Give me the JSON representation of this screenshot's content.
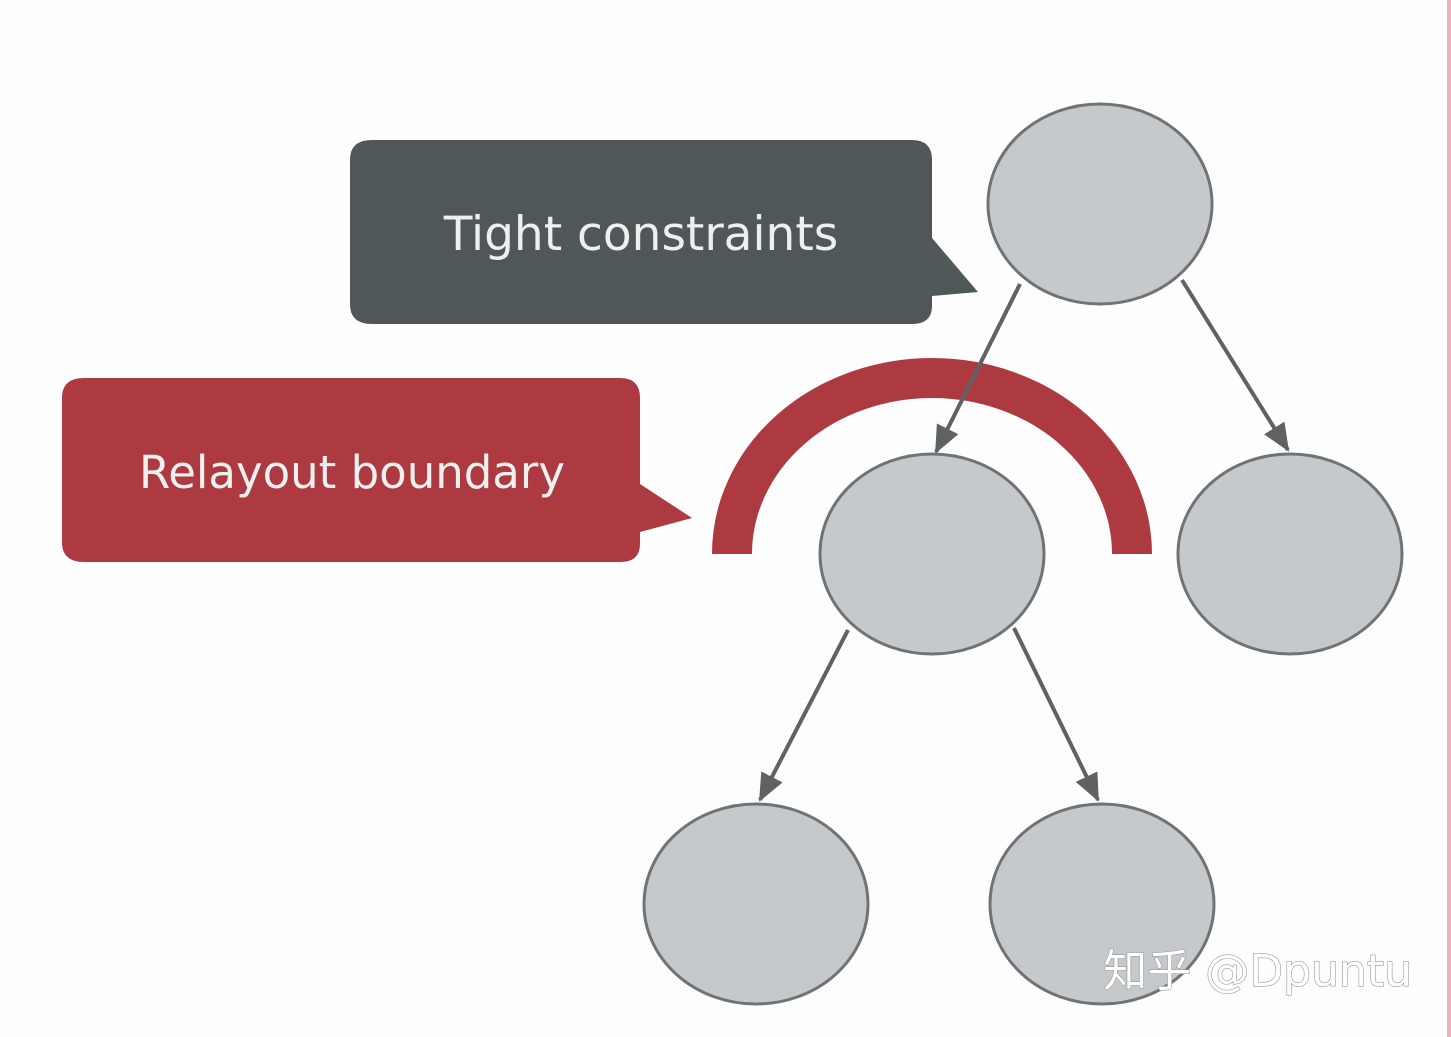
{
  "callouts": {
    "tight": {
      "label": "Tight constraints",
      "color": "#505758"
    },
    "relayout": {
      "label": "Relayout boundary",
      "color": "#ad3a40"
    }
  },
  "watermark": {
    "text": "知乎 @Dpuntu"
  },
  "colors": {
    "node_fill": "#c6c9cb",
    "node_stroke": "#6f7375",
    "edge": "#5e6264",
    "boundary_arc": "#ad3a40"
  }
}
